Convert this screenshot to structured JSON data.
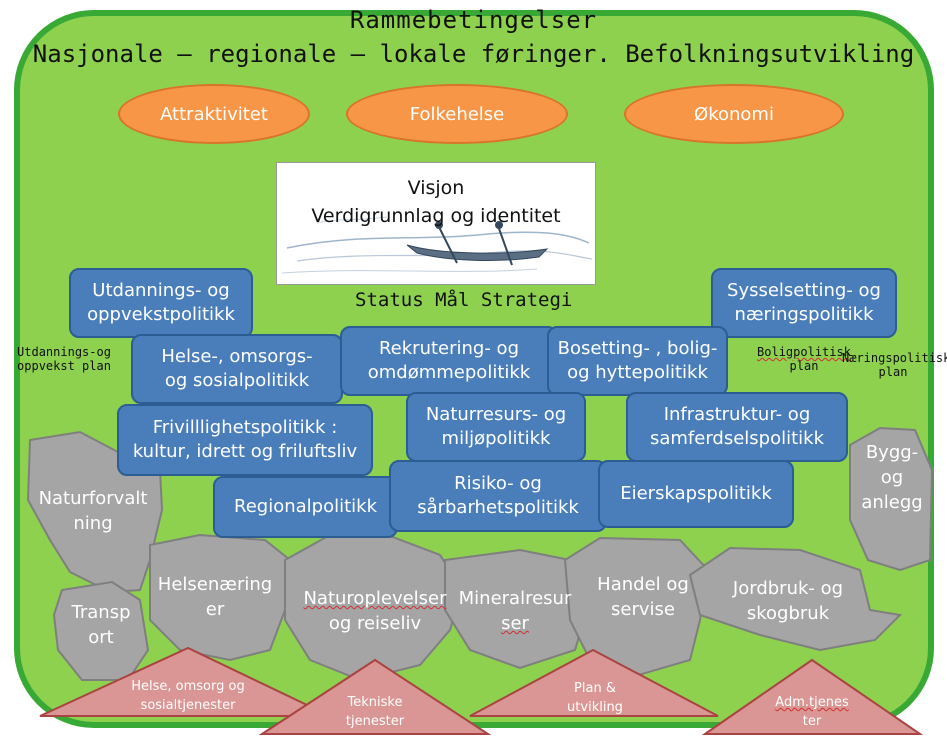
{
  "header": {
    "title": "Rammebetingelser",
    "subtitle": "Nasjonale – regionale – lokale føringer. Befolkningsutvikling"
  },
  "focus_areas": [
    "Attraktivitet",
    "Folkehelse",
    "Økonomi"
  ],
  "vision": {
    "line1": "Visjon",
    "line2": "Verdigrunnlag og identitet",
    "caption": "Status  Mål  Strategi"
  },
  "policies": {
    "utdanning": [
      "Utdannings- og",
      "oppvekstpolitikk"
    ],
    "sysselsetting": [
      "Sysselsetting- og",
      "næringspolitikk"
    ],
    "helse": [
      "Helse-,  omsorgs-",
      "og sosialpolitikk"
    ],
    "rekrutering": [
      "Rekrutering- og",
      "omdømmepolitikk"
    ],
    "bosetting": [
      "Bosetting- , bolig-",
      "og hyttepolitikk"
    ],
    "frivillighet": [
      "Frivilllighetspolitikk :",
      "kultur, idrett og friluftsliv"
    ],
    "naturresurs": [
      "Naturresurs- og",
      "miljøpolitikk"
    ],
    "infrastruktur": [
      "Infrastruktur- og",
      "samferdselspolitikk"
    ],
    "regional": "Regionalpolitikk",
    "risiko": [
      "Risiko- og",
      "sårbarhetspolitikk"
    ],
    "eierskap": "Eierskapspolitikk"
  },
  "plans": {
    "utdanning_plan": [
      "Utdannings-og",
      "oppvekst plan"
    ],
    "bolig_plan": [
      "Boligpolitisk",
      "plan"
    ],
    "naering_plan": [
      "Næringspolitisk",
      "plan"
    ]
  },
  "sectors": {
    "naturforvaltning": [
      "Naturforvalt",
      "ning"
    ],
    "transport": [
      "Transp",
      "ort"
    ],
    "helsenaeringer": [
      "Helsenæring",
      "er"
    ],
    "naturopplevelser": [
      "Naturoplevelser",
      "og reiseliv"
    ],
    "mineral": [
      "Mineralresur",
      "ser"
    ],
    "handel": [
      "Handel og",
      "servise"
    ],
    "jordbruk": [
      "Jordbruk- og",
      "skogbruk"
    ],
    "bygg": [
      "Bygg-",
      "og",
      "anlegg"
    ]
  },
  "services": {
    "helse": [
      "Helse, omsorg og",
      "sosialtjenester"
    ],
    "tekniske": [
      "Tekniske",
      "tjenester"
    ],
    "plan": [
      "Plan &",
      "utvikling"
    ],
    "adm": [
      "Adm.tjenes",
      "ter"
    ]
  },
  "colors": {
    "background_green": "#8ed14f",
    "border_green": "#39a935",
    "focus_orange": "#f79646",
    "policy_blue": "#4a7ebb",
    "sector_gray": "#a5a5a5",
    "service_pink": "#d99694"
  }
}
